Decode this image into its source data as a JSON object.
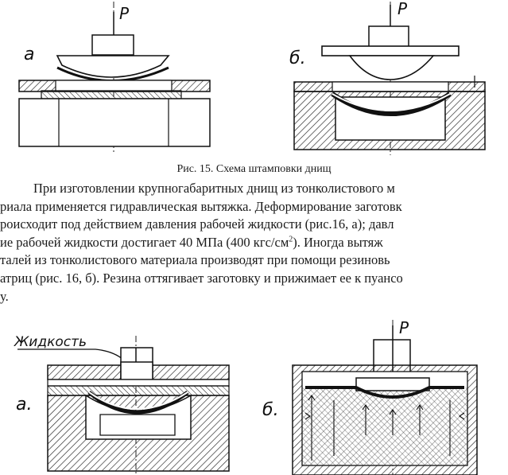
{
  "figure15": {
    "label_a": "a",
    "label_b": "б.",
    "force_a": "P",
    "force_b": "P",
    "caption": "Рис. 15. Схема штамповки днищ"
  },
  "text": {
    "line1": "При изготовлении крупногабаритных днищ из тонколистового м",
    "line2": "риала применяется гидравлическая вытяжка. Деформирование заготовк",
    "line3": "роисходит под действием давления рабочей жидкости (рис.16, а); давл",
    "line4a": "ие рабочей жидкости достигает 40 МПа (400 кгс/см",
    "line4sup": "2",
    "line4b": "). Иногда вытяж",
    "line5": "талей из тонколистового материала производят при помощи резиновь",
    "line6": "атриц (рис. 16, б). Резина оттягивает заготовку и прижимает ее к пуансо",
    "line7": "у."
  },
  "figure16": {
    "fluid_label": "Жидкость",
    "label_a": "а.",
    "label_b": "б.",
    "force_b": "P"
  }
}
